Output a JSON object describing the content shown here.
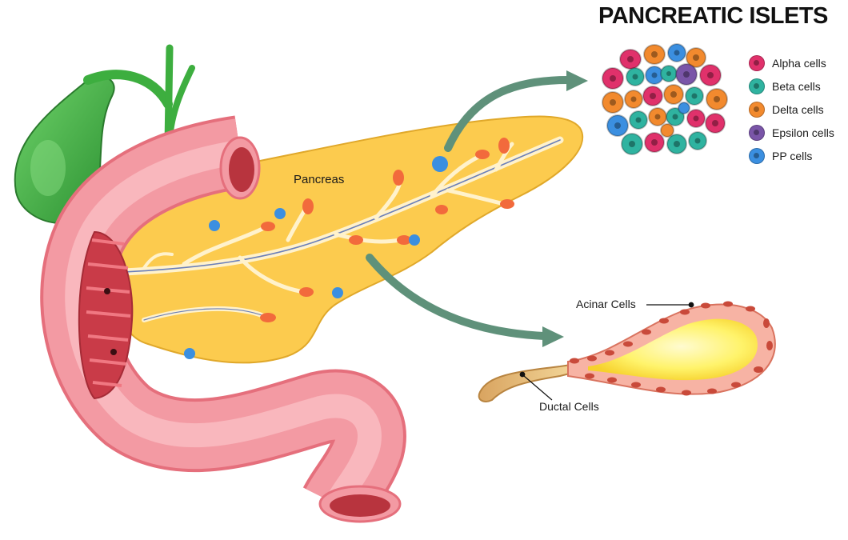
{
  "diagram": {
    "title": "PANCREATIC ISLETS",
    "labels": {
      "pancreas": "Pancreas",
      "acinar": "Acinar Cells",
      "ductal": "Ductal Cells"
    },
    "legend": [
      {
        "label": "Alpha cells",
        "color": "#e0316b"
      },
      {
        "label": "Beta cells",
        "color": "#2fb3a0"
      },
      {
        "label": "Delta cells",
        "color": "#f28a2e"
      },
      {
        "label": "Epsilon cells",
        "color": "#7a55a8"
      },
      {
        "label": "PP cells",
        "color": "#3b8fe0"
      }
    ],
    "colors": {
      "pancreas_fill": "#fccb4e",
      "duodenum": "#f39aa3",
      "gallbladder": "#3dae3f",
      "arrow": "#5f917a",
      "duct": "#fff2cc"
    }
  }
}
